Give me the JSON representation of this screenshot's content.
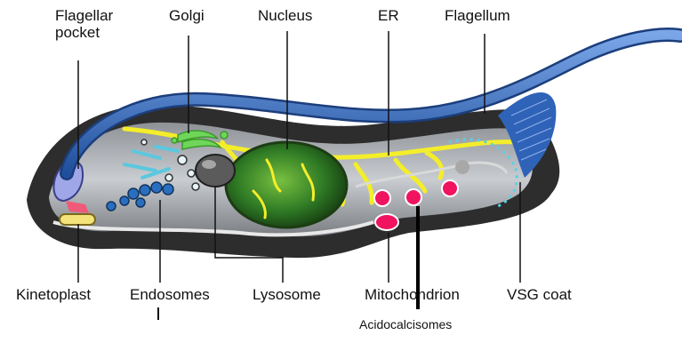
{
  "labels": {
    "flagellar_pocket": "Flagellar\npocket",
    "golgi": "Golgi",
    "nucleus": "Nucleus",
    "er": "ER",
    "flagellum": "Flagellum",
    "kinetoplast": "Kinetoplast",
    "endosomes": "Endosomes",
    "lysosome": "Lysosome",
    "mitochondrion": "Mitochondrion",
    "vsg_coat": "VSG coat",
    "acidocalcisomes": "Acidocalcisomes"
  },
  "colors": {
    "outline": "#2a2a2a",
    "flagellum": "#3f73c4",
    "cytoplasm": "#b9bcc0",
    "er": "#f4ee2a",
    "nucleus": "#2f7a25",
    "golgi": "#6fd65a",
    "endosome": "#2a6fbf",
    "kinetoplast": "#f4e27a",
    "acidocalcisome": "#f0135f",
    "vsg": "#5ad0e6"
  }
}
